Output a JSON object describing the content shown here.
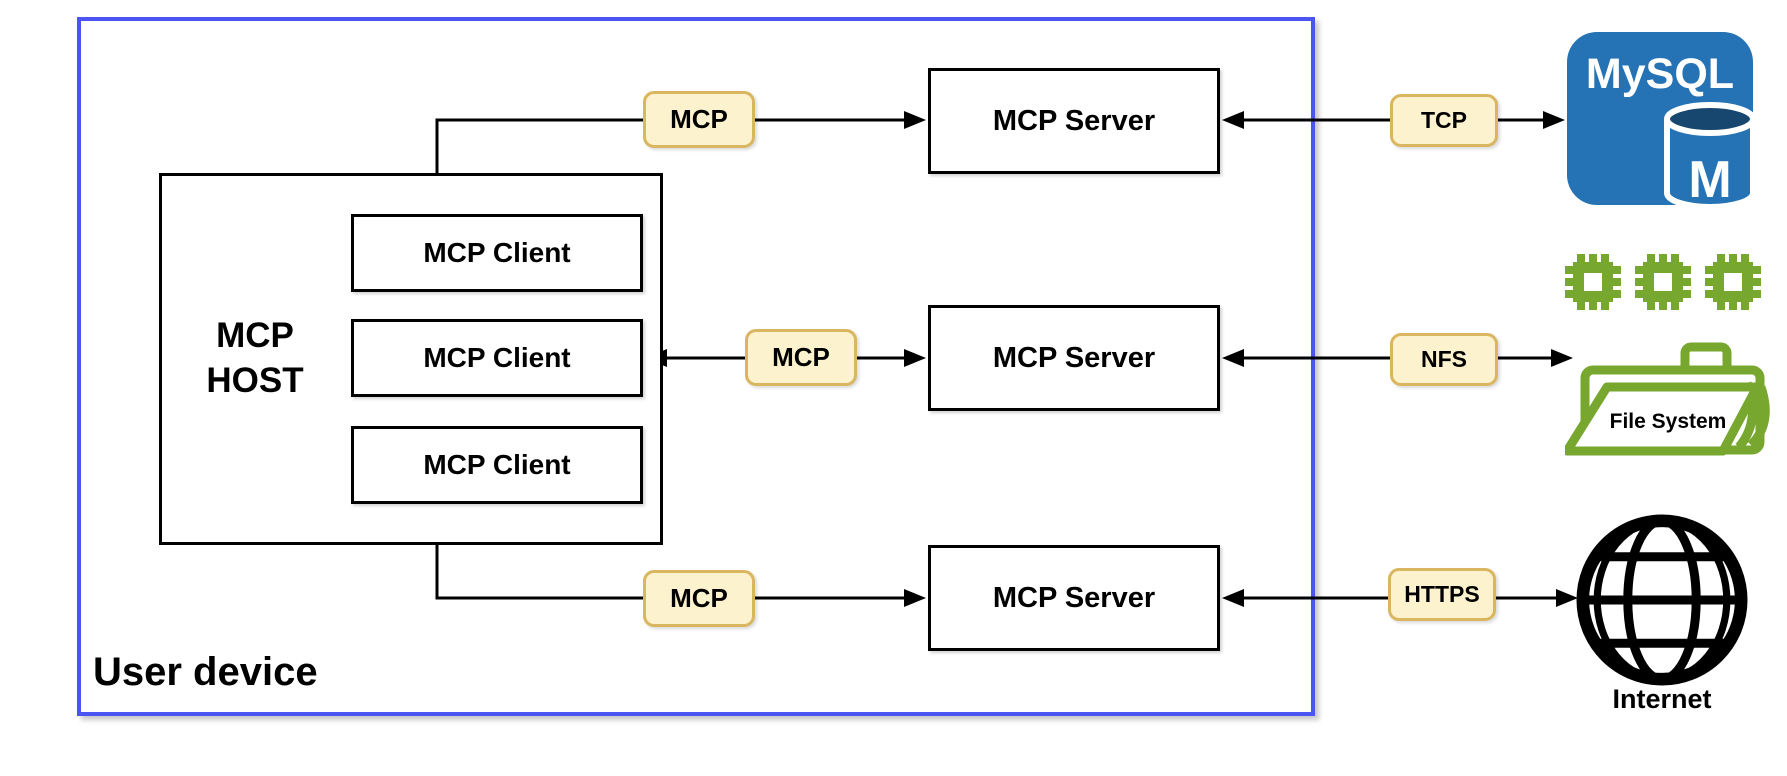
{
  "diagram": {
    "device": {
      "label": "User device"
    },
    "host": {
      "label": [
        "MCP",
        "HOST"
      ]
    },
    "clients": [
      {
        "label": "MCP Client"
      },
      {
        "label": "MCP Client"
      },
      {
        "label": "MCP Client"
      }
    ],
    "servers": [
      {
        "label": "MCP Server"
      },
      {
        "label": "MCP Server"
      },
      {
        "label": "MCP Server"
      }
    ],
    "badges": {
      "mcp_top": {
        "label": "MCP"
      },
      "mcp_middle": {
        "label": "MCP"
      },
      "mcp_bottom": {
        "label": "MCP"
      },
      "tcp": {
        "label": "TCP"
      },
      "nfs": {
        "label": "NFS"
      },
      "https": {
        "label": "HTTPS"
      }
    },
    "resources": {
      "mysql": {
        "brand": "MySQL",
        "monogram": "M"
      },
      "file_system": {
        "label": "File System"
      },
      "internet": {
        "label": "Internet"
      }
    },
    "colors": {
      "device_border": "#4a55f2",
      "shape_border": "#000000",
      "badge_fill": "#fcf2ce",
      "badge_border": "#d9b65f",
      "mysql_blue": "#2573b4",
      "mysql_cylinder_dark": "#17466e",
      "filesystem_green": "#77a72e",
      "connector": "#000000",
      "text": "#000000"
    }
  }
}
